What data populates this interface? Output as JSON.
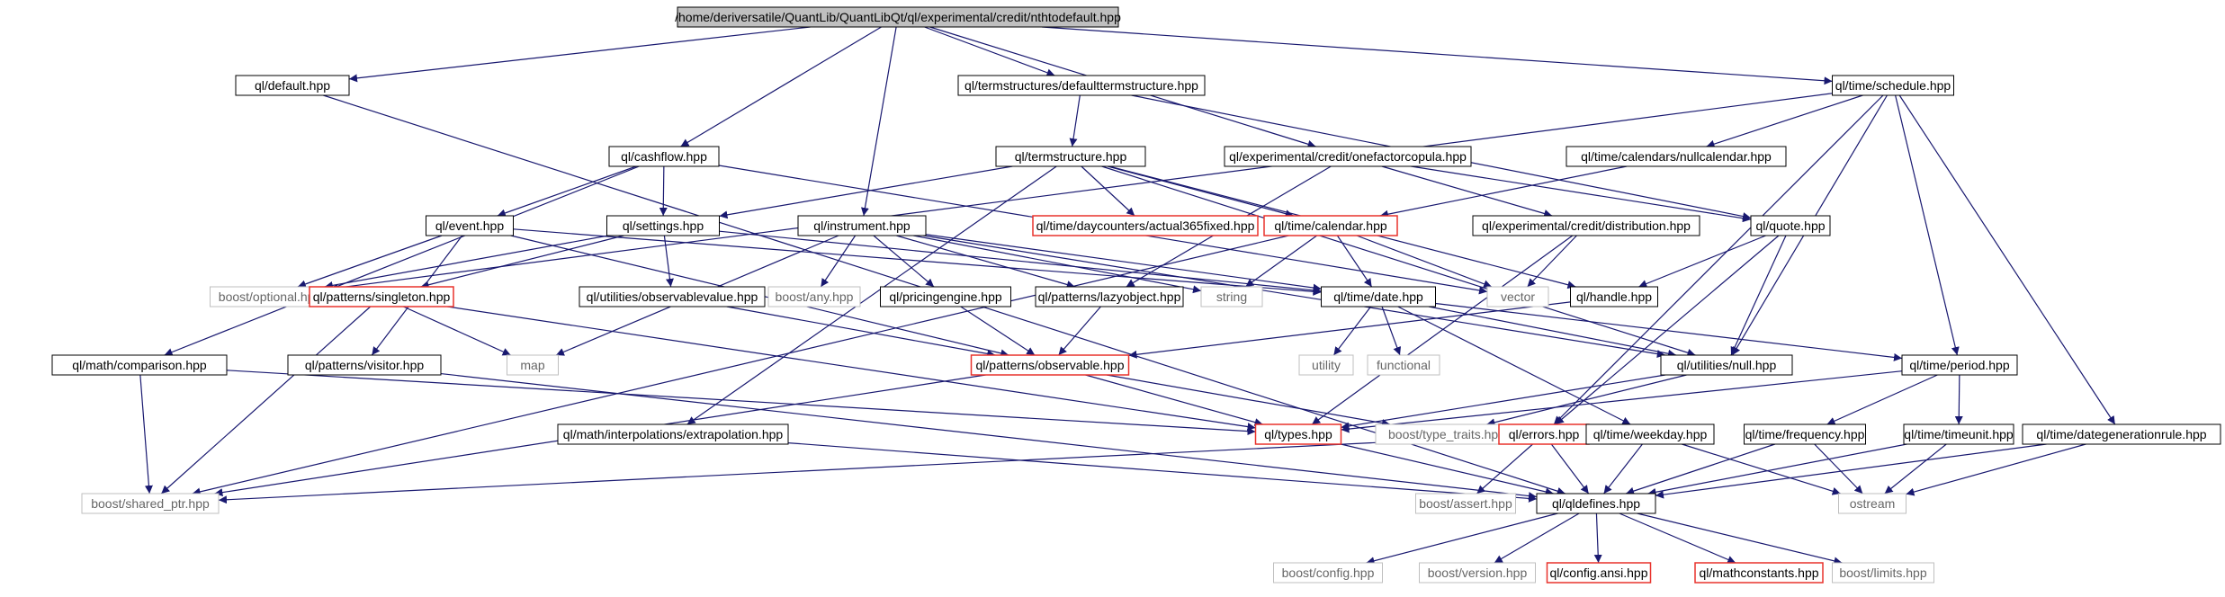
{
  "graph": {
    "root": "/home/deriversatile/QuantLib/QuantLibQt/ql/experimental/credit/nthtodefault.hpp",
    "colors": {
      "edge": "#191970",
      "node_border": "#000000",
      "highlight_border": "#e8322c",
      "external_border": "#bfbfbf",
      "root_fill": "#bfbfbf",
      "external_text": "#666666"
    },
    "nodes": [
      {
        "id": "nthtodefault",
        "label": "/home/deriversatile/QuantLib/QuantLibQt/ql/experimental/credit/nthtodefault.hpp",
        "style": "root"
      },
      {
        "id": "default",
        "label": "ql/default.hpp",
        "style": "normal"
      },
      {
        "id": "defaulttermstructure",
        "label": "ql/termstructures/defaulttermstructure.hpp",
        "style": "normal"
      },
      {
        "id": "schedule",
        "label": "ql/time/schedule.hpp",
        "style": "normal"
      },
      {
        "id": "cashflow",
        "label": "ql/cashflow.hpp",
        "style": "normal"
      },
      {
        "id": "termstructure",
        "label": "ql/termstructure.hpp",
        "style": "normal"
      },
      {
        "id": "onefactorcopula",
        "label": "ql/experimental/credit/onefactorcopula.hpp",
        "style": "normal"
      },
      {
        "id": "nullcalendar",
        "label": "ql/time/calendars/nullcalendar.hpp",
        "style": "normal"
      },
      {
        "id": "event",
        "label": "ql/event.hpp",
        "style": "normal"
      },
      {
        "id": "settings",
        "label": "ql/settings.hpp",
        "style": "normal"
      },
      {
        "id": "instrument",
        "label": "ql/instrument.hpp",
        "style": "normal"
      },
      {
        "id": "actual365fixed",
        "label": "ql/time/daycounters/actual365fixed.hpp",
        "style": "highlight"
      },
      {
        "id": "calendar",
        "label": "ql/time/calendar.hpp",
        "style": "highlight"
      },
      {
        "id": "distribution",
        "label": "ql/experimental/credit/distribution.hpp",
        "style": "normal"
      },
      {
        "id": "quote",
        "label": "ql/quote.hpp",
        "style": "normal"
      },
      {
        "id": "optional",
        "label": "boost/optional.hpp",
        "style": "external"
      },
      {
        "id": "singleton",
        "label": "ql/patterns/singleton.hpp",
        "style": "highlight"
      },
      {
        "id": "observablevalue",
        "label": "ql/utilities/observablevalue.hpp",
        "style": "normal"
      },
      {
        "id": "any",
        "label": "boost/any.hpp",
        "style": "external"
      },
      {
        "id": "pricingengine",
        "label": "ql/pricingengine.hpp",
        "style": "normal"
      },
      {
        "id": "lazyobject",
        "label": "ql/patterns/lazyobject.hpp",
        "style": "normal"
      },
      {
        "id": "string",
        "label": "string",
        "style": "external"
      },
      {
        "id": "date",
        "label": "ql/time/date.hpp",
        "style": "normal"
      },
      {
        "id": "vector",
        "label": "vector",
        "style": "external"
      },
      {
        "id": "handle",
        "label": "ql/handle.hpp",
        "style": "normal"
      },
      {
        "id": "comparison",
        "label": "ql/math/comparison.hpp",
        "style": "normal"
      },
      {
        "id": "visitor",
        "label": "ql/patterns/visitor.hpp",
        "style": "normal"
      },
      {
        "id": "map",
        "label": "map",
        "style": "external"
      },
      {
        "id": "observable",
        "label": "ql/patterns/observable.hpp",
        "style": "highlight"
      },
      {
        "id": "utility",
        "label": "utility",
        "style": "external"
      },
      {
        "id": "functional",
        "label": "functional",
        "style": "external"
      },
      {
        "id": "nullhpp",
        "label": "ql/utilities/null.hpp",
        "style": "normal"
      },
      {
        "id": "period",
        "label": "ql/time/period.hpp",
        "style": "normal"
      },
      {
        "id": "extrapolation",
        "label": "ql/math/interpolations/extrapolation.hpp",
        "style": "normal"
      },
      {
        "id": "types",
        "label": "ql/types.hpp",
        "style": "highlight"
      },
      {
        "id": "typetraits",
        "label": "boost/type_traits.hpp",
        "style": "external"
      },
      {
        "id": "errors",
        "label": "ql/errors.hpp",
        "style": "highlight"
      },
      {
        "id": "weekday",
        "label": "ql/time/weekday.hpp",
        "style": "normal"
      },
      {
        "id": "frequency",
        "label": "ql/time/frequency.hpp",
        "style": "normal"
      },
      {
        "id": "timeunit",
        "label": "ql/time/timeunit.hpp",
        "style": "normal"
      },
      {
        "id": "dategenerationrule",
        "label": "ql/time/dategenerationrule.hpp",
        "style": "normal"
      },
      {
        "id": "sharedptr",
        "label": "boost/shared_ptr.hpp",
        "style": "external"
      },
      {
        "id": "assert",
        "label": "boost/assert.hpp",
        "style": "external"
      },
      {
        "id": "qldefines",
        "label": "ql/qldefines.hpp",
        "style": "normal"
      },
      {
        "id": "ostream",
        "label": "ostream",
        "style": "external"
      },
      {
        "id": "config",
        "label": "boost/config.hpp",
        "style": "external"
      },
      {
        "id": "version",
        "label": "boost/version.hpp",
        "style": "external"
      },
      {
        "id": "configansi",
        "label": "ql/config.ansi.hpp",
        "style": "highlight"
      },
      {
        "id": "mathconstants",
        "label": "ql/mathconstants.hpp",
        "style": "highlight"
      },
      {
        "id": "limits",
        "label": "boost/limits.hpp",
        "style": "external"
      }
    ],
    "edges": [
      [
        "nthtodefault",
        "default"
      ],
      [
        "nthtodefault",
        "defaulttermstructure"
      ],
      [
        "nthtodefault",
        "schedule"
      ],
      [
        "nthtodefault",
        "cashflow"
      ],
      [
        "nthtodefault",
        "instrument"
      ],
      [
        "nthtodefault",
        "onefactorcopula"
      ],
      [
        "default",
        "qldefines"
      ],
      [
        "defaulttermstructure",
        "termstructure"
      ],
      [
        "defaulttermstructure",
        "quote"
      ],
      [
        "schedule",
        "optional"
      ],
      [
        "schedule",
        "nullcalendar"
      ],
      [
        "schedule",
        "nullhpp"
      ],
      [
        "schedule",
        "period"
      ],
      [
        "schedule",
        "dategenerationrule"
      ],
      [
        "schedule",
        "errors"
      ],
      [
        "cashflow",
        "event"
      ],
      [
        "cashflow",
        "settings"
      ],
      [
        "cashflow",
        "comparison"
      ],
      [
        "cashflow",
        "vector"
      ],
      [
        "termstructure",
        "settings"
      ],
      [
        "termstructure",
        "actual365fixed"
      ],
      [
        "termstructure",
        "calendar"
      ],
      [
        "termstructure",
        "extrapolation"
      ],
      [
        "termstructure",
        "nullhpp"
      ],
      [
        "termstructure",
        "handle"
      ],
      [
        "onefactorcopula",
        "lazyobject"
      ],
      [
        "onefactorcopula",
        "distribution"
      ],
      [
        "onefactorcopula",
        "quote"
      ],
      [
        "nullcalendar",
        "calendar"
      ],
      [
        "event",
        "optional"
      ],
      [
        "event",
        "observable"
      ],
      [
        "event",
        "visitor"
      ],
      [
        "event",
        "date"
      ],
      [
        "settings",
        "optional"
      ],
      [
        "settings",
        "singleton"
      ],
      [
        "settings",
        "observablevalue"
      ],
      [
        "settings",
        "date"
      ],
      [
        "instrument",
        "map"
      ],
      [
        "instrument",
        "any"
      ],
      [
        "instrument",
        "pricingengine"
      ],
      [
        "instrument",
        "lazyobject"
      ],
      [
        "instrument",
        "string"
      ],
      [
        "instrument",
        "date"
      ],
      [
        "instrument",
        "nullhpp"
      ],
      [
        "calendar",
        "string"
      ],
      [
        "calendar",
        "date"
      ],
      [
        "calendar",
        "vector"
      ],
      [
        "calendar",
        "sharedptr"
      ],
      [
        "distribution",
        "vector"
      ],
      [
        "distribution",
        "types"
      ],
      [
        "quote",
        "handle"
      ],
      [
        "quote",
        "nullhpp"
      ],
      [
        "quote",
        "errors"
      ],
      [
        "singleton",
        "sharedptr"
      ],
      [
        "singleton",
        "map"
      ],
      [
        "singleton",
        "types"
      ],
      [
        "observablevalue",
        "observable"
      ],
      [
        "pricingengine",
        "observable"
      ],
      [
        "lazyobject",
        "observable"
      ],
      [
        "date",
        "utility"
      ],
      [
        "date",
        "functional"
      ],
      [
        "date",
        "nullhpp"
      ],
      [
        "date",
        "period"
      ],
      [
        "date",
        "weekday"
      ],
      [
        "handle",
        "observable"
      ],
      [
        "comparison",
        "sharedptr"
      ],
      [
        "comparison",
        "types"
      ],
      [
        "visitor",
        "qldefines"
      ],
      [
        "observable",
        "sharedptr"
      ],
      [
        "observable",
        "types"
      ],
      [
        "observable",
        "typetraits"
      ],
      [
        "nullhpp",
        "types"
      ],
      [
        "nullhpp",
        "typetraits"
      ],
      [
        "period",
        "types"
      ],
      [
        "period",
        "frequency"
      ],
      [
        "period",
        "timeunit"
      ],
      [
        "extrapolation",
        "qldefines"
      ],
      [
        "types",
        "qldefines"
      ],
      [
        "errors",
        "assert"
      ],
      [
        "errors",
        "qldefines"
      ],
      [
        "errors",
        "sharedptr"
      ],
      [
        "weekday",
        "qldefines"
      ],
      [
        "weekday",
        "ostream"
      ],
      [
        "frequency",
        "qldefines"
      ],
      [
        "frequency",
        "ostream"
      ],
      [
        "timeunit",
        "qldefines"
      ],
      [
        "timeunit",
        "ostream"
      ],
      [
        "dategenerationrule",
        "qldefines"
      ],
      [
        "dategenerationrule",
        "ostream"
      ],
      [
        "qldefines",
        "config"
      ],
      [
        "qldefines",
        "version"
      ],
      [
        "qldefines",
        "configansi"
      ],
      [
        "qldefines",
        "mathconstants"
      ],
      [
        "qldefines",
        "limits"
      ]
    ]
  }
}
